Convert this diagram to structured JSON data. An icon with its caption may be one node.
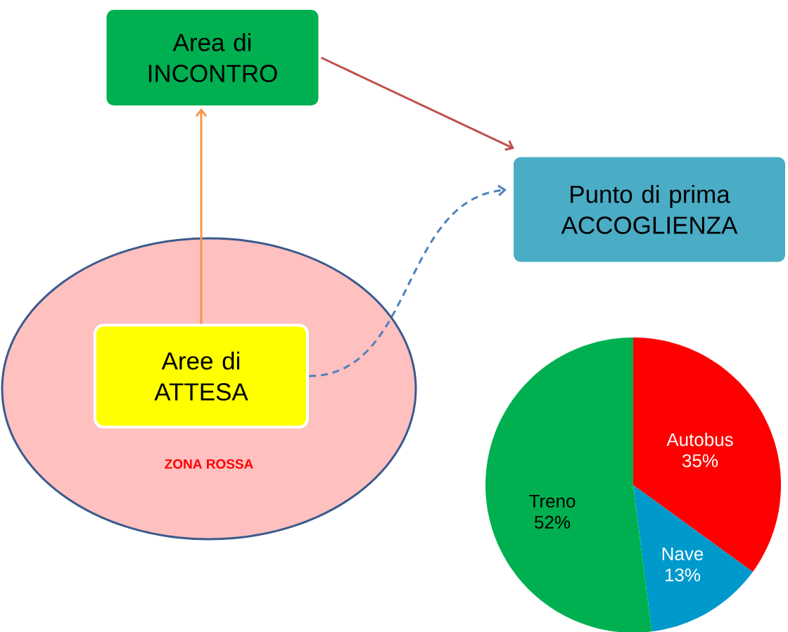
{
  "diagram": {
    "nodes": [
      {
        "text": [
          "ZONA ROSSA"
        ]
      },
      {
        "text": [
          "Aree di ATTESA"
        ],
        "in": 0
      },
      {
        "text": [
          "Area di INCONTRO"
        ]
      },
      {
        "text": [
          "Punto di prima ACCOGLIENZA"
        ]
      }
    ],
    "edges": [
      {
        "from": 1,
        "to": 2,
        "arrow": "to",
        "color": "#f79646"
      },
      {
        "from": 2,
        "to": 3,
        "arrow": "to",
        "color": "#c0504d"
      },
      {
        "from": 1,
        "to": 3,
        "arrow": "to",
        "style": "dashed",
        "color": "#4f81bd"
      }
    ],
    "chart_data": {
      "type": "pie",
      "categories": [
        "Autobus",
        "Nave",
        "Treno"
      ],
      "series": [
        {
          "values": [
            35,
            13,
            52
          ]
        }
      ],
      "value_labels": [
        "35%",
        "13%",
        "52%"
      ]
    }
  }
}
